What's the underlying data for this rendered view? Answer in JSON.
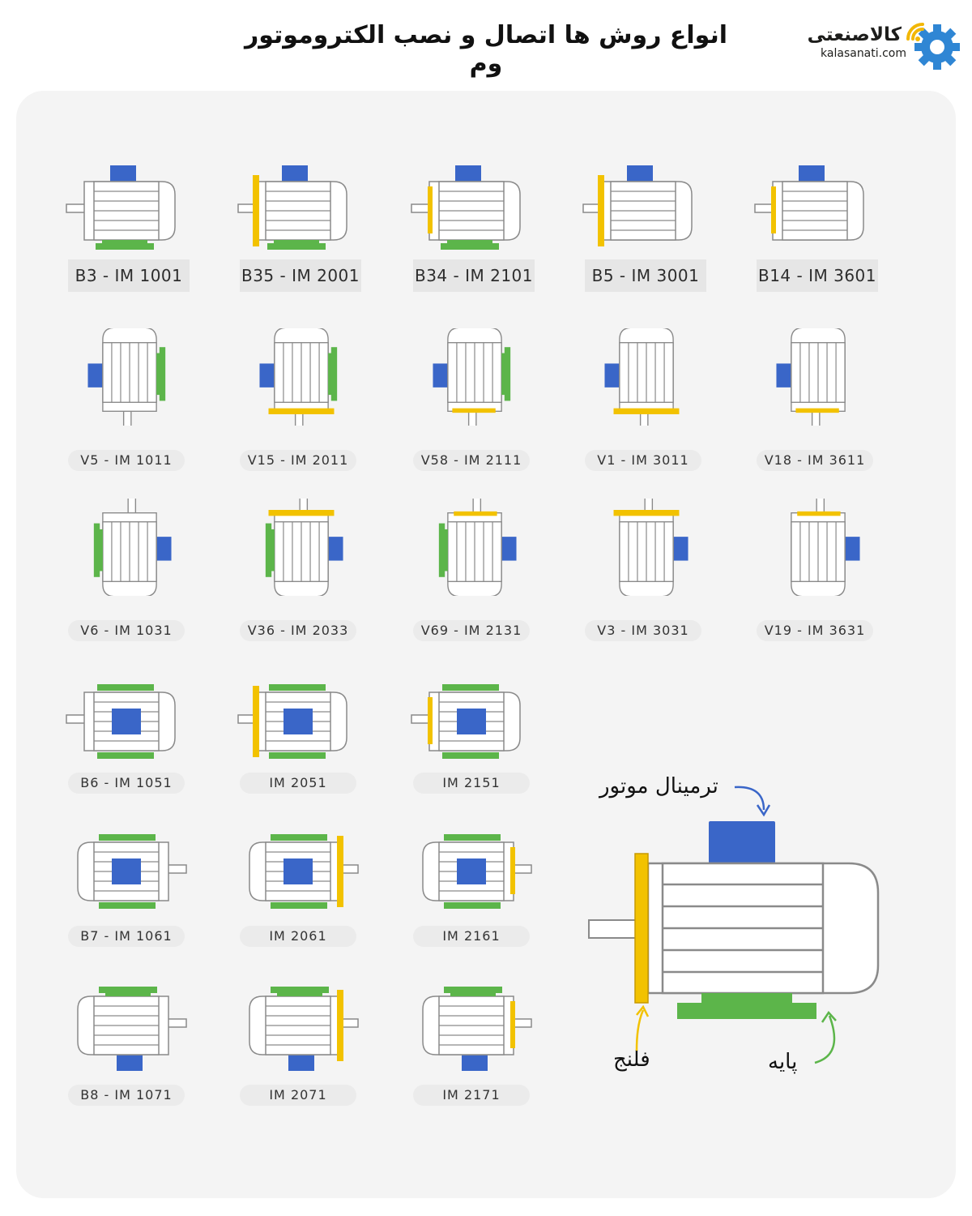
{
  "title": "انواع روش ها اتصال و نصب الکتروموتور وم",
  "logo": {
    "name_fa": "کالاصنعتی",
    "domain": "kalasanati.com",
    "accent": "#3a8fd6",
    "gear_color": "#2f86d4",
    "wifi_color": "#f2b705"
  },
  "colors": {
    "terminal": "#3a66c8",
    "foot": "#5cb54a",
    "flange": "#f2c200",
    "outline": "#8a8a8a"
  },
  "rows": [
    {
      "style": "dark",
      "items": [
        {
          "label": "B3 - IM 1001",
          "icon": "motor-b3-icon"
        },
        {
          "label": "B35 - IM 2001",
          "icon": "motor-b35-icon"
        },
        {
          "label": "B34 - IM 2101",
          "icon": "motor-b34-icon"
        },
        {
          "label": "B5 - IM 3001",
          "icon": "motor-b5-icon"
        },
        {
          "label": "B14 - IM 3601",
          "icon": "motor-b14-icon"
        }
      ]
    },
    {
      "style": "light",
      "items": [
        {
          "label": "V5 - IM 1011",
          "icon": "motor-v5-icon"
        },
        {
          "label": "V15 - IM 2011",
          "icon": "motor-v15-icon"
        },
        {
          "label": "V58 - IM 2111",
          "icon": "motor-v58-icon"
        },
        {
          "label": "V1 - IM 3011",
          "icon": "motor-v1-icon"
        },
        {
          "label": "V18 - IM 3611",
          "icon": "motor-v18-icon"
        }
      ]
    },
    {
      "style": "light",
      "items": [
        {
          "label": "V6 - IM 1031",
          "icon": "motor-v6-icon"
        },
        {
          "label": "V36 - IM 2033",
          "icon": "motor-v36-icon"
        },
        {
          "label": "V69 - IM 2131",
          "icon": "motor-v69-icon"
        },
        {
          "label": "V3 - IM 3031",
          "icon": "motor-v3-icon"
        },
        {
          "label": "V19 - IM 3631",
          "icon": "motor-v19-icon"
        }
      ]
    },
    {
      "style": "light",
      "items": [
        {
          "label": "B6 - IM 1051",
          "icon": "motor-b6-icon"
        },
        {
          "label": "IM 2051",
          "icon": "motor-im2051-icon"
        },
        {
          "label": "IM 2151",
          "icon": "motor-im2151-icon"
        }
      ]
    },
    {
      "style": "light",
      "items": [
        {
          "label": "B7 - IM 1061",
          "icon": "motor-b7-icon"
        },
        {
          "label": "IM 2061",
          "icon": "motor-im2061-icon"
        },
        {
          "label": "IM 2161",
          "icon": "motor-im2161-icon"
        }
      ]
    },
    {
      "style": "light",
      "items": [
        {
          "label": "B8 - IM 1071",
          "icon": "motor-b8-icon"
        },
        {
          "label": "IM 2071",
          "icon": "motor-im2071-icon"
        },
        {
          "label": "IM 2171",
          "icon": "motor-im2171-icon"
        }
      ]
    }
  ],
  "legend": {
    "terminal": "ترمینال موتور",
    "flange": "فلنج",
    "foot": "پایه"
  }
}
